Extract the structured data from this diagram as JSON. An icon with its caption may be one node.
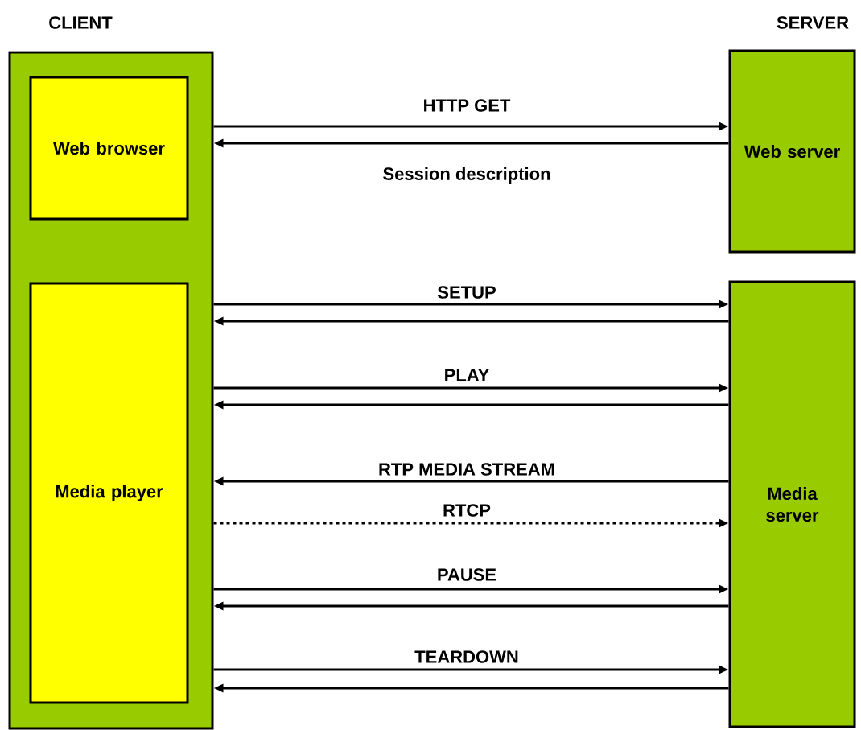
{
  "diagram": {
    "nodes": [
      {
        "text": [
          "CLIENT"
        ]
      },
      {
        "text": [
          "Web browser"
        ],
        "in": 0
      },
      {
        "text": [
          "Media player"
        ],
        "in": 0
      },
      {
        "text": [
          "Web server"
        ]
      },
      {
        "text": [
          "Media server"
        ]
      }
    ],
    "edges": [
      {
        "from": 0,
        "to": 3,
        "arrow": "to",
        "label": "HTTP GET"
      },
      {
        "from": 3,
        "to": 0,
        "arrow": "to",
        "label": "Session description"
      },
      {
        "from": 0,
        "to": 4,
        "arrow": "to",
        "label": "SETUP"
      },
      {
        "from": 4,
        "to": 0,
        "arrow": "to"
      },
      {
        "from": 0,
        "to": 4,
        "arrow": "to",
        "label": "PLAY"
      },
      {
        "from": 4,
        "to": 0,
        "arrow": "to"
      },
      {
        "from": 4,
        "to": 0,
        "arrow": "to",
        "label": "RTP MEDIA STREAM"
      },
      {
        "from": 0,
        "to": 4,
        "arrow": "to",
        "label": "RTCP",
        "style": "dashed"
      },
      {
        "from": 0,
        "to": 4,
        "arrow": "to",
        "label": "PAUSE"
      },
      {
        "from": 4,
        "to": 0,
        "arrow": "to"
      },
      {
        "from": 0,
        "to": 4,
        "arrow": "to",
        "label": "TEARDOWN"
      },
      {
        "from": 4,
        "to": 0,
        "arrow": "to"
      }
    ],
    "labels": [
      "SERVER"
    ]
  }
}
